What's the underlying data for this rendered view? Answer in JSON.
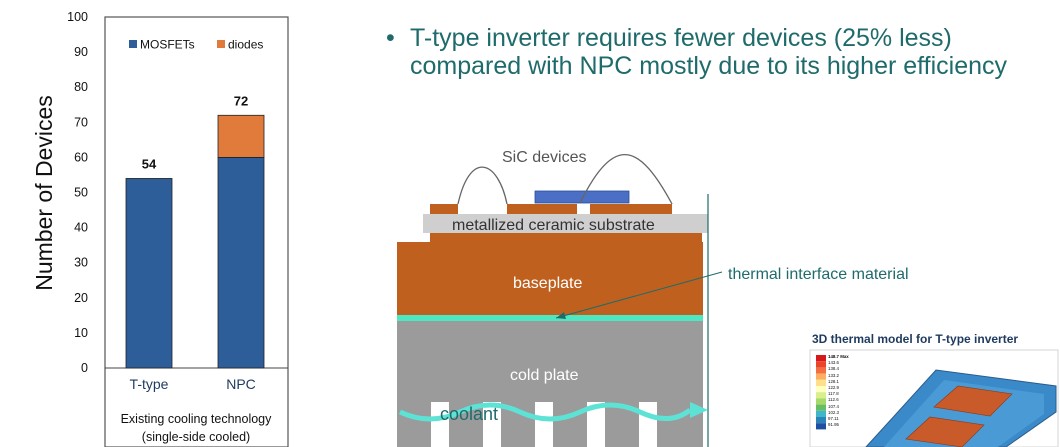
{
  "chart_data": {
    "type": "bar",
    "stacked": true,
    "categories": [
      "T-type",
      "NPC"
    ],
    "series": [
      {
        "name": "MOSFETs",
        "values": [
          54,
          60
        ],
        "color": "#2e5e9a"
      },
      {
        "name": "diodes",
        "values": [
          0,
          12
        ],
        "color": "#e07b3c"
      }
    ],
    "totals": [
      "54",
      "72"
    ],
    "ylabel": "Number of Devices",
    "xlabel_lines": [
      "Existing cooling technology",
      "(single-side cooled)"
    ],
    "ylim": [
      0,
      100
    ],
    "yticks": [
      0,
      10,
      20,
      30,
      40,
      50,
      60,
      70,
      80,
      90,
      100
    ],
    "legend_position": "top-right",
    "grid": false
  },
  "bullet": {
    "marker": "•",
    "text": "T-type inverter requires fewer devices (25% less) compared with NPC mostly due to its higher efficiency"
  },
  "diagram": {
    "labels": {
      "devices": "SiC devices",
      "substrate": "metallized ceramic substrate",
      "baseplate": "baseplate",
      "tim": "thermal interface material",
      "coldplate": "cold plate",
      "coolant": "coolant"
    },
    "colors": {
      "copper": "#c0601f",
      "ceramic": "#cfcfcf",
      "cold_plate": "#9b9b9b",
      "tim": "#4de8c2",
      "device": "#4a6fc4",
      "coolant": "#5de3d5"
    }
  },
  "thermal_model": {
    "title": "3D thermal model for T-type inverter",
    "legend_values": [
      "148.7 Max",
      "143.6",
      "138.4",
      "133.2",
      "128.1",
      "122.9",
      "117.8",
      "112.6",
      "107.4",
      "102.3",
      "97.11",
      "91.95"
    ]
  }
}
